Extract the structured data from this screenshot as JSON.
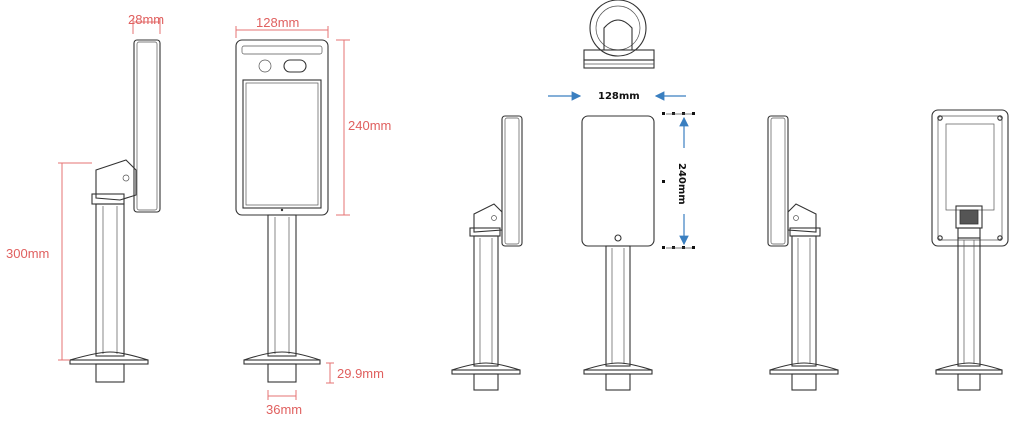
{
  "dimensions": {
    "depth": "28mm",
    "width_left": "128mm",
    "height_left": "240mm",
    "stand_height": "300mm",
    "base_height": "29.9mm",
    "pole_diameter": "36mm",
    "width_right": "128mm",
    "height_right": "240mm"
  },
  "colors": {
    "dimension_red": "#e0605f",
    "dimension_blue": "#3a7fc0",
    "outline": "#333333"
  }
}
